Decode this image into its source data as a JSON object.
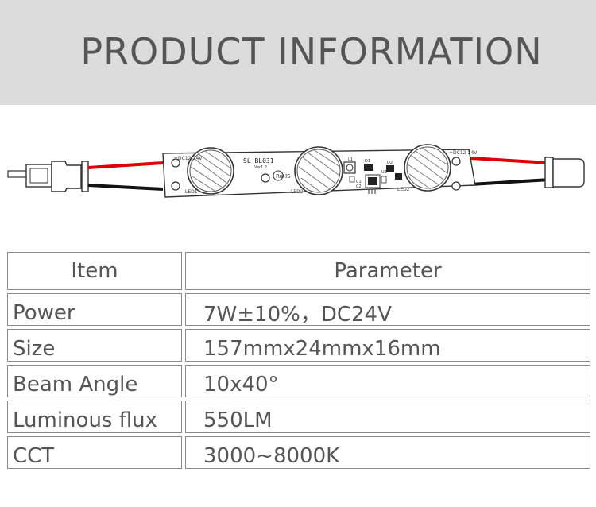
{
  "header": {
    "title": "PRODUCT INFORMATION"
  },
  "product_image": {
    "board_model": "SL-BL031",
    "board_version": "Ver1.2",
    "board_rohs": "RoHS",
    "label_input_left": "+DC12-24V",
    "label_input_right": "+DC12-24V",
    "label_led_left": "LED1",
    "label_led_mid": "LED2",
    "label_led_right": "LED2",
    "label_l1": "L1",
    "label_d1": "D1",
    "label_d2": "D2",
    "label_c1": "C1",
    "label_c2": "C2",
    "label_u1": "U1"
  },
  "table": {
    "header": {
      "item": "Item",
      "parameter": "Parameter"
    },
    "rows": [
      {
        "item": "Power",
        "value": "7W±10%，DC24V"
      },
      {
        "item": "Size",
        "value": "157mmx24mmx16mm"
      },
      {
        "item": "Beam Angle",
        "value": "10x40°"
      },
      {
        "item": "Luminous flux",
        "value": "550LM"
      },
      {
        "item": "CCT",
        "value": "3000~8000K"
      }
    ]
  }
}
